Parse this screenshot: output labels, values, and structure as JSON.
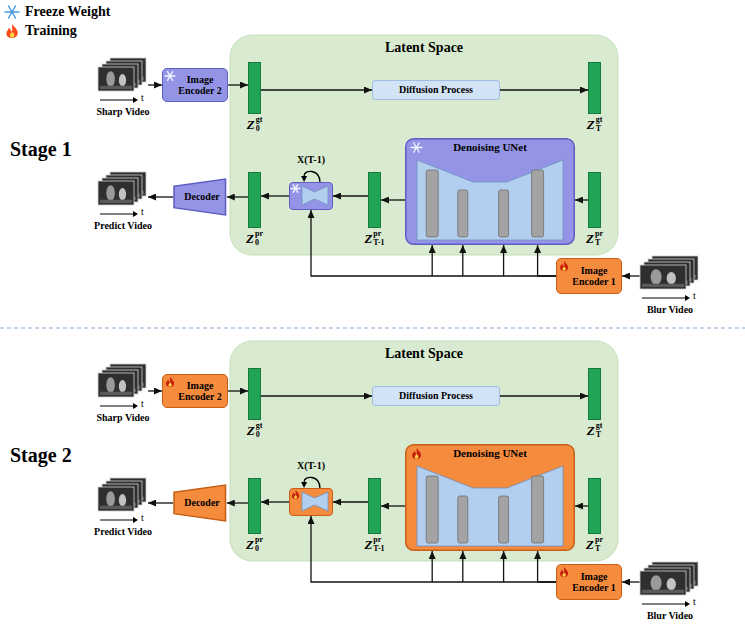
{
  "diagram": {
    "nodes": [
      {
        "text": [
          "Sharp Video"
        ]
      },
      {
        "text": [
          "Image Encoder 2"
        ]
      },
      {
        "text": [
          "Latent Space"
        ]
      },
      {
        "text": [
          "Z",
          "0",
          "gt"
        ],
        "in": 2
      },
      {
        "text": [
          "Diffusion Process"
        ],
        "in": 2
      },
      {
        "text": [
          "Z",
          "T",
          "gt"
        ],
        "in": 2
      },
      {
        "text": [
          "X(T-1)"
        ],
        "in": 2
      },
      {
        "text": [
          "Denoising UNet"
        ],
        "in": 2
      },
      {
        "text": [
          "Z",
          "0",
          "pr"
        ],
        "in": 2
      },
      {
        "text": [
          "Z",
          "T-1",
          "pr"
        ],
        "in": 2
      },
      {
        "text": [
          "Z",
          "T",
          "pr"
        ],
        "in": 2
      },
      {
        "text": [
          "Predict Video"
        ]
      },
      {
        "text": [
          "Decoder"
        ]
      },
      {
        "text": [
          "Image Encoder 1"
        ]
      },
      {
        "text": [
          "Blur Video"
        ]
      },
      {
        "text": [
          "Sharp Video"
        ]
      },
      {
        "text": [
          "Image Encoder 2"
        ]
      },
      {
        "text": [
          "Latent Space"
        ]
      },
      {
        "text": [
          "Z",
          "0",
          "gt"
        ],
        "in": 17
      },
      {
        "text": [
          "Diffusion Process"
        ],
        "in": 17
      },
      {
        "text": [
          "Z",
          "T",
          "gt"
        ],
        "in": 17
      },
      {
        "text": [
          "X(T-1)"
        ],
        "in": 17
      },
      {
        "text": [
          "Denoising UNet"
        ],
        "in": 17
      },
      {
        "text": [
          "Z",
          "0",
          "pr"
        ],
        "in": 17
      },
      {
        "text": [
          "Z",
          "T-1",
          "pr"
        ],
        "in": 17
      },
      {
        "text": [
          "Z",
          "T",
          "pr"
        ],
        "in": 17
      },
      {
        "text": [
          "Predict Video"
        ]
      },
      {
        "text": [
          "Decoder"
        ]
      },
      {
        "text": [
          "Image Encoder 1"
        ]
      },
      {
        "text": [
          "Blur Video"
        ]
      }
    ],
    "edges": [
      {
        "from": 0,
        "to": 1,
        "arrow": "to"
      },
      {
        "from": 1,
        "to": 3,
        "arrow": "to"
      },
      {
        "from": 3,
        "to": 4,
        "arrow": "to"
      },
      {
        "from": 4,
        "to": 5,
        "arrow": "to"
      },
      {
        "from": 10,
        "to": 7,
        "arrow": "to"
      },
      {
        "from": 7,
        "to": 9,
        "arrow": "to"
      },
      {
        "from": 9,
        "to": 6,
        "arrow": "to"
      },
      {
        "from": 6,
        "to": 8,
        "arrow": "to"
      },
      {
        "from": 8,
        "to": 12,
        "arrow": "to"
      },
      {
        "from": 12,
        "to": 11,
        "arrow": "to"
      },
      {
        "from": 14,
        "to": 13,
        "arrow": "to"
      },
      {
        "from": 13,
        "to": 7,
        "arrow": "to"
      },
      {
        "from": 13,
        "to": 6,
        "arrow": "to"
      },
      {
        "from": 15,
        "to": 16,
        "arrow": "to"
      },
      {
        "from": 16,
        "to": 18,
        "arrow": "to"
      },
      {
        "from": 18,
        "to": 19,
        "arrow": "to"
      },
      {
        "from": 19,
        "to": 20,
        "arrow": "to"
      },
      {
        "from": 25,
        "to": 22,
        "arrow": "to"
      },
      {
        "from": 22,
        "to": 24,
        "arrow": "to"
      },
      {
        "from": 24,
        "to": 21,
        "arrow": "to"
      },
      {
        "from": 21,
        "to": 23,
        "arrow": "to"
      },
      {
        "from": 23,
        "to": 27,
        "arrow": "to"
      },
      {
        "from": 27,
        "to": 26,
        "arrow": "to"
      },
      {
        "from": 29,
        "to": 28,
        "arrow": "to"
      },
      {
        "from": 28,
        "to": 22,
        "arrow": "to"
      },
      {
        "from": 28,
        "to": 21,
        "arrow": "to"
      }
    ],
    "labels": [
      "Stage 1",
      "Stage 2",
      "t",
      "t",
      "t",
      "t",
      "t",
      "t"
    ],
    "legend": [
      {
        "text": "Freeze Weight"
      },
      {
        "text": "Training"
      }
    ]
  }
}
